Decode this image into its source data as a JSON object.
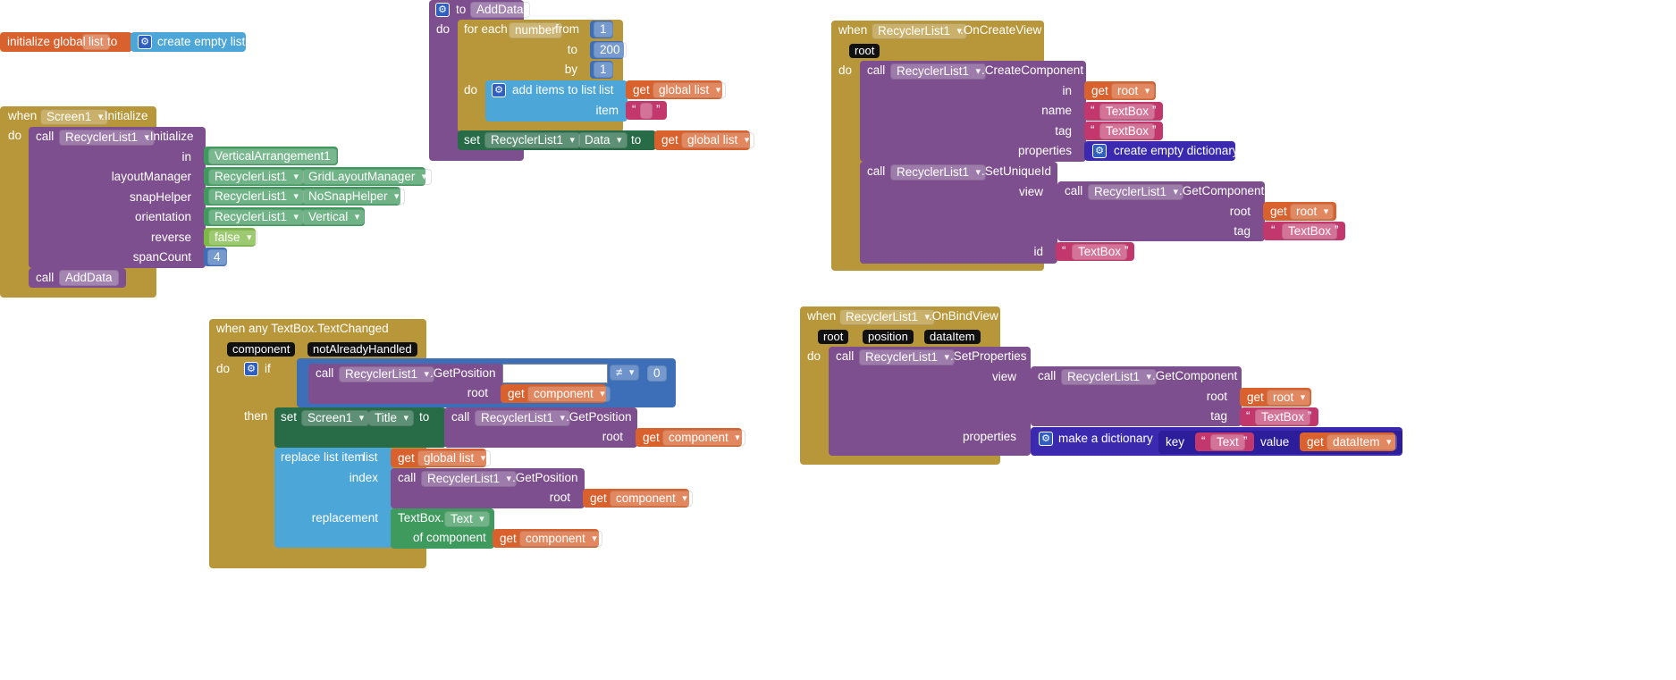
{
  "init_global": {
    "label": "initialize global",
    "name": "list",
    "to": "to",
    "create_empty_list": "create empty list"
  },
  "screen_init": {
    "when": "when",
    "component": "Screen1",
    "event": ".Initialize",
    "do": "do",
    "call": "call",
    "target": "RecyclerList1",
    "method": ".Initialize",
    "params": [
      "in",
      "layoutManager",
      "snapHelper",
      "orientation",
      "reverse",
      "spanCount"
    ],
    "in_value": "VerticalArrangement1",
    "layout_comp": "RecyclerList1",
    "layout_val": "GridLayoutManager",
    "snap_comp": "RecyclerList1",
    "snap_val": "NoSnapHelper",
    "orient_comp": "RecyclerList1",
    "orient_val": "Vertical",
    "reverse_val": "false",
    "span_val": "4",
    "call_adddata": "AddData"
  },
  "add_data": {
    "to": "to",
    "proc_name": "AddData",
    "do": "do",
    "for_each": "for each",
    "var": "number",
    "from": "from",
    "from_val": "1",
    "to_lbl": "to",
    "to_val": "200",
    "by": "by",
    "by_val": "1",
    "do2": "do",
    "add_items": "add items to list",
    "list": "list",
    "get": "get",
    "global_list": "global list",
    "item": "item",
    "set": "set",
    "set_comp": "RecyclerList1",
    "set_prop": "Data",
    "set_to": "to"
  },
  "on_create_view": {
    "when": "when",
    "component": "RecyclerList1",
    "event": ".OnCreateView",
    "param": "root",
    "do": "do",
    "call": "call",
    "target": "RecyclerList1",
    "method": ".CreateComponent",
    "in": "in",
    "get": "get",
    "root": "root",
    "name": "name",
    "name_val": "TextBox",
    "tag": "tag",
    "tag_val": "TextBox",
    "properties": "properties",
    "empty_dict": "create empty dictionary",
    "set_unique": ".SetUniqueId",
    "view": "view",
    "get_component": ".GetComponent",
    "root_lbl": "root",
    "tag2": "tag",
    "tag2_val": "TextBox",
    "id": "id",
    "id_val": "TextBox"
  },
  "on_bind_view": {
    "when": "when",
    "component": "RecyclerList1",
    "event": ".OnBindView",
    "params": [
      "root",
      "position",
      "dataItem"
    ],
    "do": "do",
    "call": "call",
    "target": "RecyclerList1",
    "method": ".SetProperties",
    "view": "view",
    "get_component": ".GetComponent",
    "root_lbl": "root",
    "get": "get",
    "root": "root",
    "tag": "tag",
    "tag_val": "TextBox",
    "properties": "properties",
    "make_dict": "make a dictionary",
    "key": "key",
    "key_val": "Text",
    "value": "value",
    "data_item": "dataItem"
  },
  "text_changed": {
    "header": "when any TextBox.TextChanged",
    "params": [
      "component",
      "notAlreadyHandled"
    ],
    "do": "do",
    "if": "if",
    "call": "call",
    "target": "RecyclerList1",
    "get_position": ".GetPosition",
    "root": "root",
    "get": "get",
    "component": "component",
    "neq": "≠",
    "zero": "0",
    "then": "then",
    "set": "set",
    "set_comp": "Screen1",
    "set_prop": "Title",
    "set_to": "to",
    "replace": "replace list item",
    "list": "list",
    "global_list": "global list",
    "index": "index",
    "replacement": "replacement",
    "textbox": "TextBox.",
    "text_prop": "Text",
    "of_component": "of component"
  },
  "colors": {
    "event": "#b8973a",
    "procedure": "#7d4f8e",
    "component": "#3f9a5e",
    "setter": "#276b47",
    "list": "#4da6d8",
    "variable": "#d8612d",
    "text": "#c2376c",
    "dictionary": "#3b2ab0",
    "math": "#3c6fb8",
    "logic": "#7cb942"
  }
}
